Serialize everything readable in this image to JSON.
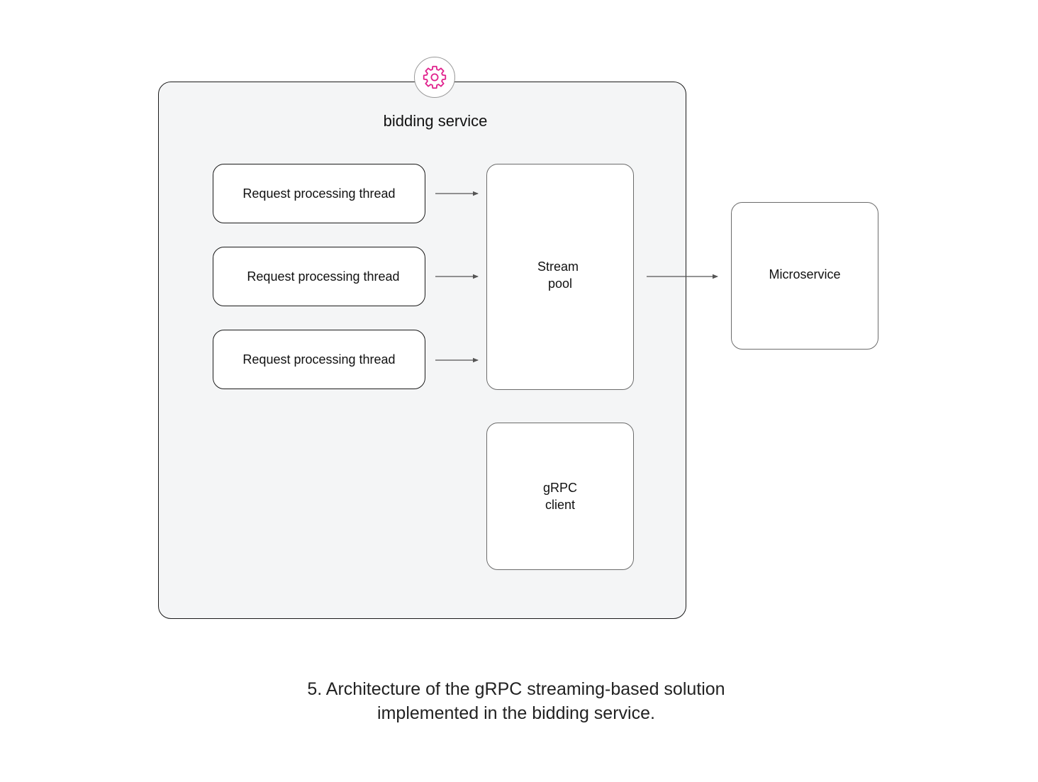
{
  "container": {
    "title": "bidding service",
    "icon": "gear-icon",
    "icon_color": "#e0208c"
  },
  "threads": [
    {
      "label": "Request processing thread"
    },
    {
      "label": "Request processing thread"
    },
    {
      "label": "Request processing thread"
    }
  ],
  "stream_pool": {
    "line1": "Stream",
    "line2": "pool"
  },
  "grpc_client": {
    "line1": "gRPC",
    "line2": "client"
  },
  "microservice": {
    "label": "Microservice"
  },
  "caption": {
    "line1": "5. Architecture of the gRPC streaming-based solution",
    "line2": "implemented in the bidding service."
  }
}
